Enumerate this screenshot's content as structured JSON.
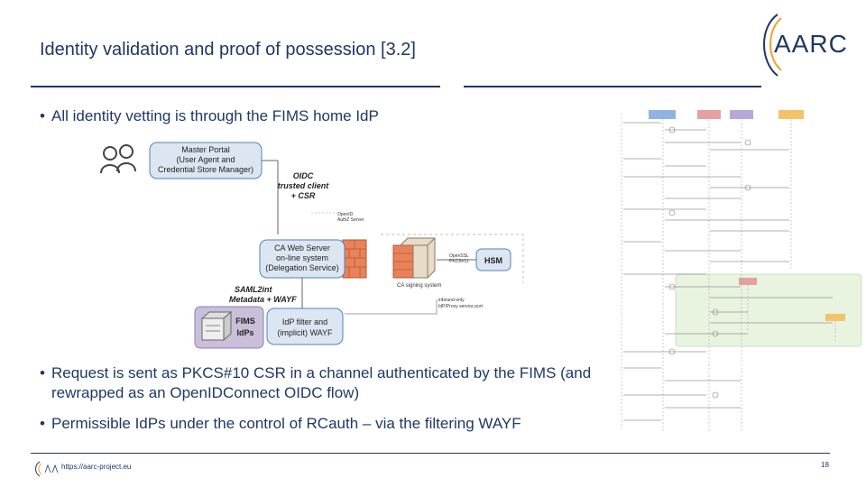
{
  "slide": {
    "title": "Identity validation and proof of possession [3.2]",
    "logo_text": "AARC",
    "bullets": [
      "All identity vetting is through the FIMS home IdP",
      "Request is sent as PKCS#10 CSR in a channel authenticated by the FIMS (and rewrapped as an OpenIDConnect OIDC flow)",
      "Permissible IdPs under the control of RCauth – via the filtering WAYF"
    ],
    "bullet_symbol": "•",
    "footer_url": "https://aarc-project.eu",
    "page_number": "18"
  },
  "diagram": {
    "master_portal": [
      "Master Portal",
      "(User Agent and",
      "Credential Store Manager)"
    ],
    "oidc_label": [
      "OIDC",
      "trusted client",
      "+ CSR"
    ],
    "openid_label": [
      "OpenID",
      "AuthZ Server"
    ],
    "ca_web_server": [
      "CA Web Server",
      "on-line system",
      "(Delegation Service)"
    ],
    "hsm": "HSM",
    "openssl_label": [
      "OpenSSL",
      "PKCS#11"
    ],
    "ca_signing": "CA signing system",
    "saml_label": [
      "SAML2int",
      "Metadata + WAYF"
    ],
    "inbound_label": [
      "inbound-only",
      "IdP/Proxy service port"
    ],
    "fims_idps": [
      "FIMS",
      "IdPs"
    ],
    "idp_filter": [
      "IdP filter and",
      "(implicit) WAYF"
    ]
  },
  "colors": {
    "text": "#1f3864",
    "box_fill": "#dce6f2",
    "box_stroke": "#4f81bd",
    "fims_fill": "#c9bfd9",
    "firewall": "#e9825a"
  }
}
